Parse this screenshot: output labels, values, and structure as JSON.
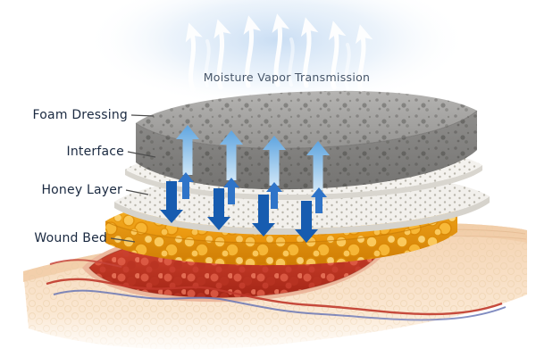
{
  "diagram": {
    "title": "Moisture Vapor Transmission",
    "labels": {
      "foam": "Foam Dressing",
      "interface": "Interface",
      "honey": "Honey Layer",
      "wound": "Wound Bed"
    },
    "colors": {
      "label_text": "#1a2940",
      "title_text": "#475669",
      "vapor_arrow": "#ffffff",
      "vapor_glow": "#c7dcf3",
      "up_arrow_top": "#5fa5e0",
      "up_arrow_bottom": "#cfe6f7",
      "mid_arrow": "#2f74c8",
      "down_arrow": "#175cb0",
      "foam_gray": "#9b9a98",
      "interface_white": "#f4f2ee",
      "honey_amber": "#f0a11c",
      "wound_red": "#c23a2a",
      "skin_peach": "#f4d2b0"
    }
  }
}
